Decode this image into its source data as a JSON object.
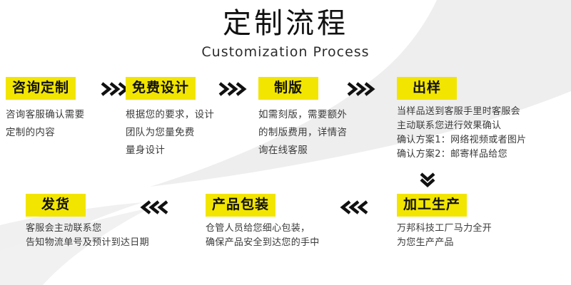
{
  "page": {
    "title_cn": "定制流程",
    "title_en": "Customization Process",
    "accent_color": "#f2e500",
    "text_color": "#3a3a3a",
    "bg_color": "#ffffff",
    "swoosh_color": "#eeeeee"
  },
  "steps": [
    {
      "id": "step-consult",
      "label": "咨询定制",
      "desc": "咨询客服确认需要\n定制的内容"
    },
    {
      "id": "step-free-design",
      "label": "免费设计",
      "desc": "根据您的要求，设计\n团队为您量免费\n量身设计"
    },
    {
      "id": "step-plate-making",
      "label": "制版",
      "desc": "如需刻版，需要额外\n的制版费用，详情咨\n询在线客服"
    },
    {
      "id": "step-sample",
      "label": "出样",
      "desc": "当样品送到客服手里时客服会\n主动联系您进行效果确认\n确认方案1：网络视频或者图片\n确认方案2：邮寄样品给您"
    },
    {
      "id": "step-shipping",
      "label": "发货",
      "desc": "客服会主动联系您\n告知物流单号及预计到达日期"
    },
    {
      "id": "step-packaging",
      "label": "产品包装",
      "desc": "仓管人员给您细心包装，\n确保产品安全到达您的手中"
    },
    {
      "id": "step-production",
      "label": "加工生产",
      "desc": "万邦科技工厂马力全开\n为您生产产品"
    }
  ],
  "arrows": [
    {
      "id": "arrow-1",
      "direction": "right",
      "icon": "triple-chevron-right-icon"
    },
    {
      "id": "arrow-2",
      "direction": "right",
      "icon": "triple-chevron-right-icon"
    },
    {
      "id": "arrow-3",
      "direction": "right",
      "icon": "triple-chevron-right-icon"
    },
    {
      "id": "arrow-down",
      "direction": "down",
      "icon": "double-chevron-down-icon"
    },
    {
      "id": "arrow-4",
      "direction": "left",
      "icon": "triple-chevron-left-icon"
    },
    {
      "id": "arrow-5",
      "direction": "left",
      "icon": "triple-chevron-left-icon"
    }
  ]
}
